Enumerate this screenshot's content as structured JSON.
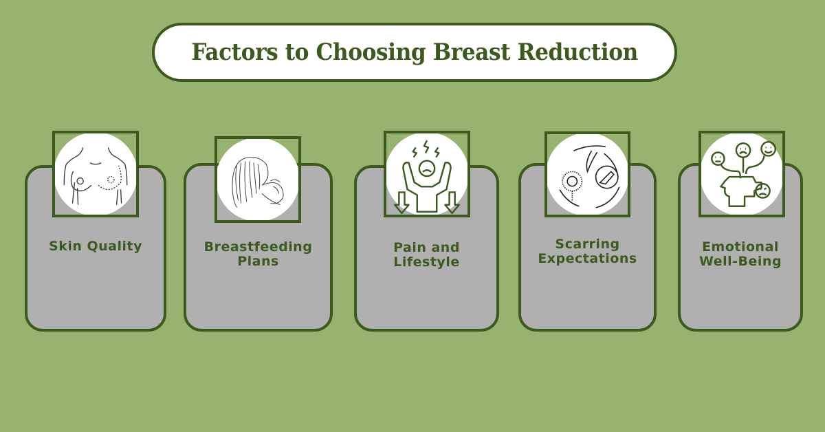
{
  "title": "Factors to Choosing Breast Reduction",
  "colors": {
    "background": "#97b36f",
    "accent_dark_green": "#3d5a1e",
    "card_fill": "#b0b0b0",
    "title_fill": "#ffffff",
    "icon_fill": "#ffffff"
  },
  "cards": [
    {
      "label": "Skin Quality",
      "icon": "torso-skin-icon"
    },
    {
      "label_line1": "Breastfeeding",
      "label_line2": "Plans",
      "icon": "mother-baby-icon"
    },
    {
      "label_line1": "Pain and",
      "label_line2": "Lifestyle",
      "icon": "stressed-person-icon"
    },
    {
      "label_line1": "Scarring",
      "label_line2": "Expectations",
      "icon": "scar-scalpel-icon"
    },
    {
      "label_line1": "Emotional",
      "label_line2": "Well-Being",
      "icon": "emotions-head-icon"
    }
  ]
}
